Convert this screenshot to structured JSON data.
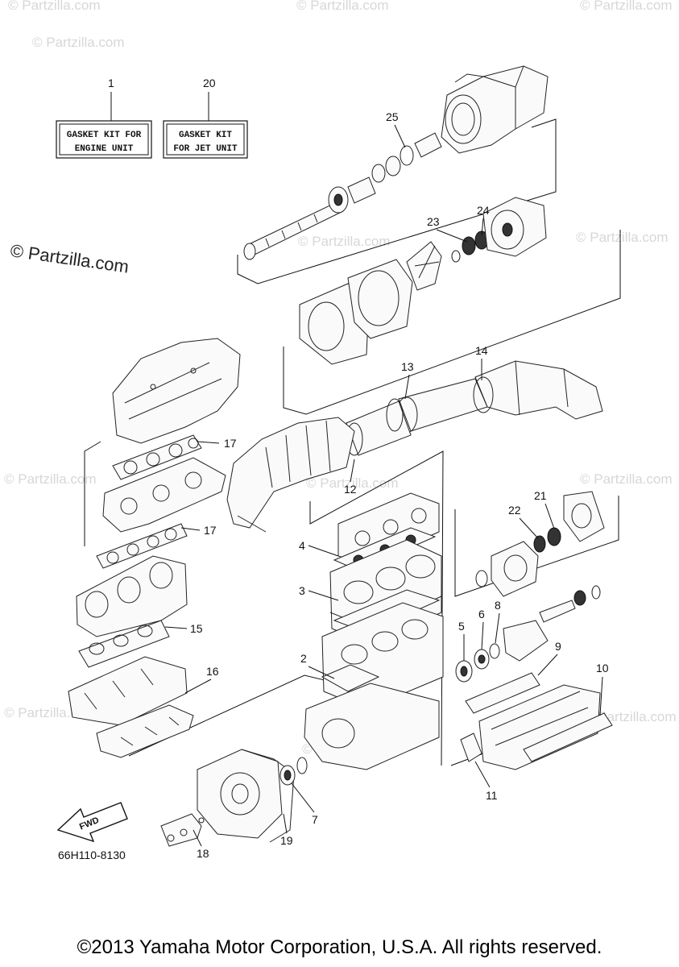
{
  "watermarks": {
    "large": "© Partzilla.com",
    "small": "© Partzilla.com"
  },
  "kit_boxes": {
    "engine": {
      "number": "1",
      "line1": "GASKET KIT FOR",
      "line2": "ENGINE UNIT"
    },
    "jet": {
      "number": "20",
      "line1": "GASKET KIT",
      "line2": "FOR JET UNIT"
    }
  },
  "callouts": {
    "n2": "2",
    "n3": "3",
    "n4": "4",
    "n5": "5",
    "n6": "6",
    "n7": "7",
    "n8": "8",
    "n9": "9",
    "n10": "10",
    "n11": "11",
    "n12": "12",
    "n13": "13",
    "n14": "14",
    "n15": "15",
    "n16": "16",
    "n17a": "17",
    "n17b": "17",
    "n18": "18",
    "n19": "19",
    "n21": "21",
    "n22": "22",
    "n23": "23",
    "n24": "24",
    "n25": "25"
  },
  "fwd_label": "FWD",
  "diagram_code": "66H110-8130",
  "copyright": "©2013 Yamaha Motor Corporation, U.S.A. All rights reserved.",
  "colors": {
    "line": "#222222",
    "watermark": "#d7d7d7",
    "background": "#ffffff"
  }
}
